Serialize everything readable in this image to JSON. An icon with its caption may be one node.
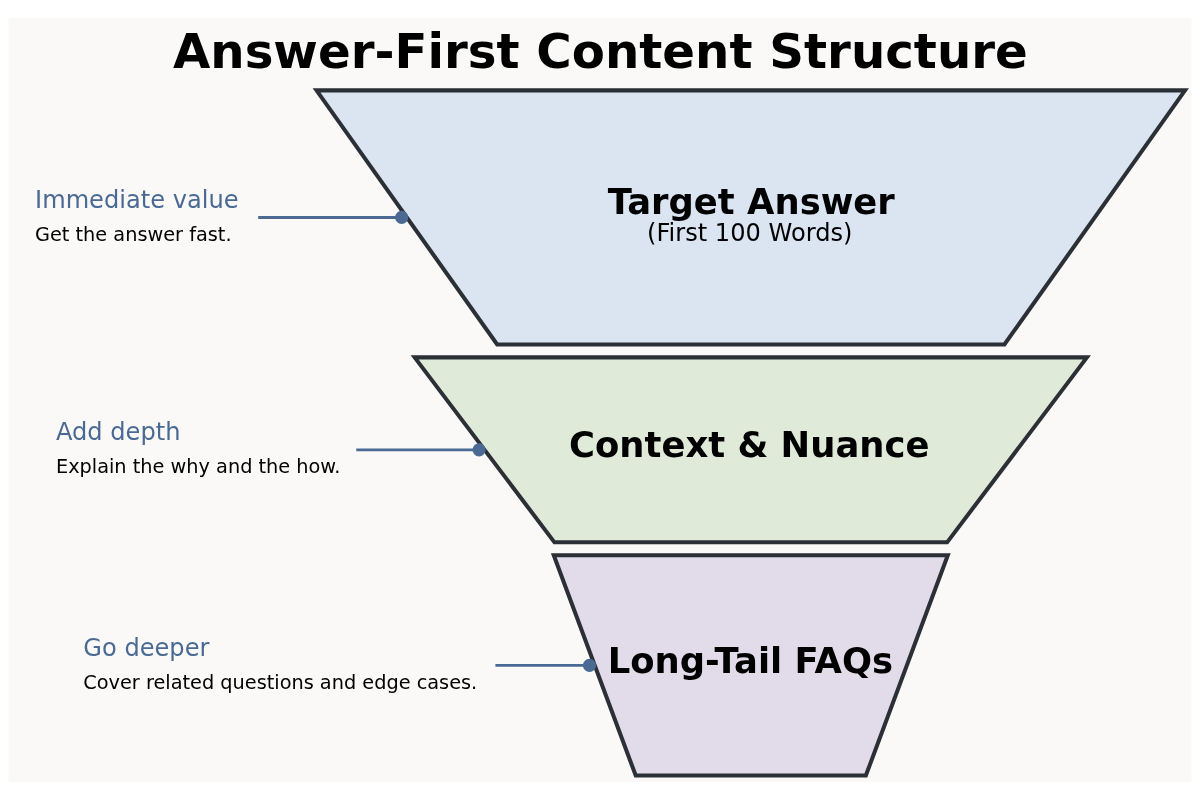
{
  "diagram": {
    "title": "Answer-First Content Structure",
    "nodes": [
      {
        "text": [
          "Target Answer",
          "(First 100 Words)"
        ]
      },
      {
        "text": [
          "Immediate value",
          "Get the answer fast."
        ]
      },
      {
        "text": [
          "Context & Nuance"
        ]
      },
      {
        "text": [
          "Add depth",
          "Explain the why and the how."
        ]
      },
      {
        "text": [
          "Long-Tail FAQs"
        ]
      },
      {
        "text": [
          "Go deeper",
          "Cover related questions and edge cases."
        ]
      }
    ],
    "edges": [
      {
        "from": 1,
        "to": 0,
        "arrow": "other"
      },
      {
        "from": 3,
        "to": 2,
        "arrow": "other"
      },
      {
        "from": 5,
        "to": 4,
        "arrow": "other"
      }
    ]
  }
}
